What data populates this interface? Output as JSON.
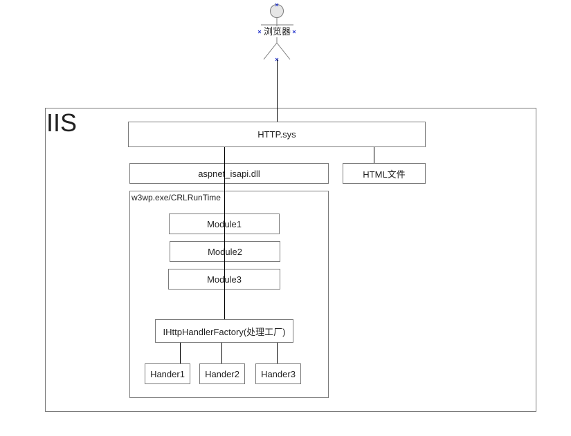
{
  "actor": {
    "label": "浏览器"
  },
  "iis": {
    "label": "IIS"
  },
  "http_sys": {
    "label": "HTTP.sys"
  },
  "aspnet_isapi": {
    "label": "aspnet_isapi.dll"
  },
  "html_file": {
    "label": "HTML文件"
  },
  "w3wp": {
    "label": "w3wp.exe/CRLRunTime"
  },
  "modules": [
    {
      "label": "Module1"
    },
    {
      "label": "Module2"
    },
    {
      "label": "Module3"
    }
  ],
  "handler_factory": {
    "label": "IHttpHandlerFactory(处理工厂)"
  },
  "handlers": [
    {
      "label": "Hander1"
    },
    {
      "label": "Hander2"
    },
    {
      "label": "Hander3"
    }
  ]
}
